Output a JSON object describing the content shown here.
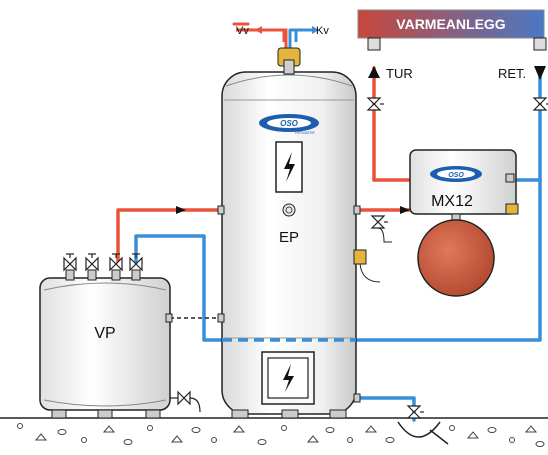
{
  "labels": {
    "heating_system": "VARMEANLEGG",
    "hot_water_out": "Vv",
    "cold_water_in": "Kv",
    "supply": "TUR",
    "return": "RET.",
    "main_tank": "EP",
    "mixing_unit": "MX12",
    "heat_pump": "VP"
  },
  "logos": {
    "brand": "OSO",
    "subtitle": "HOTWATER"
  },
  "colors": {
    "supply_pipe": "#e8533a",
    "return_pipe": "#3a8ed8",
    "banner_left": "#c8473a",
    "banner_right": "#4a78c4",
    "expansion_vessel": "#c8553a",
    "tank_body": "#f2f2f2",
    "outline": "#222222"
  },
  "icons": [
    "lightning-icon",
    "valve-icon",
    "check-valve-icon",
    "thermometer-icon",
    "safety-valve-icon",
    "flow-arrow-icon"
  ]
}
